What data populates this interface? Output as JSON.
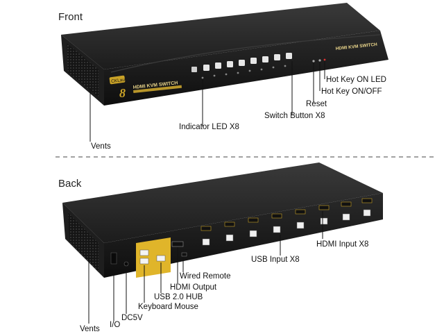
{
  "sections": {
    "front": "Front",
    "back": "Back"
  },
  "front_device": {
    "brand_badge": "CKLau",
    "big_number": "8",
    "title_left": "HDMI KVM SWITCH",
    "title_right": "HDMI KVM SWITCH",
    "switch_button_count": 8
  },
  "front_callouts": {
    "hotkey_led": "Hot Key ON LED",
    "hotkey_onoff": "Hot Key ON/OFF",
    "reset": "Reset",
    "switch_button": "Switch Button X8",
    "indicator_led": "Indicator LED X8",
    "vents": "Vents"
  },
  "back_callouts": {
    "hdmi_input": "HDMI Input X8",
    "usb_input": "USB Input X8",
    "wired_remote": "Wired Remote",
    "hdmi_output": "HDMI Output",
    "usb_hub": "USB 2.0 HUB",
    "keyboard_mouse": "Keyboard Mouse",
    "dc5v": "DC5V",
    "io": "I/O",
    "vents": "Vents"
  },
  "back_device": {
    "input_port_count": 8
  },
  "colors": {
    "chassis": "#1a1a1a",
    "panel_top": "#262626",
    "gold": "#c9a227",
    "yellow_block": "#e0b52a"
  }
}
